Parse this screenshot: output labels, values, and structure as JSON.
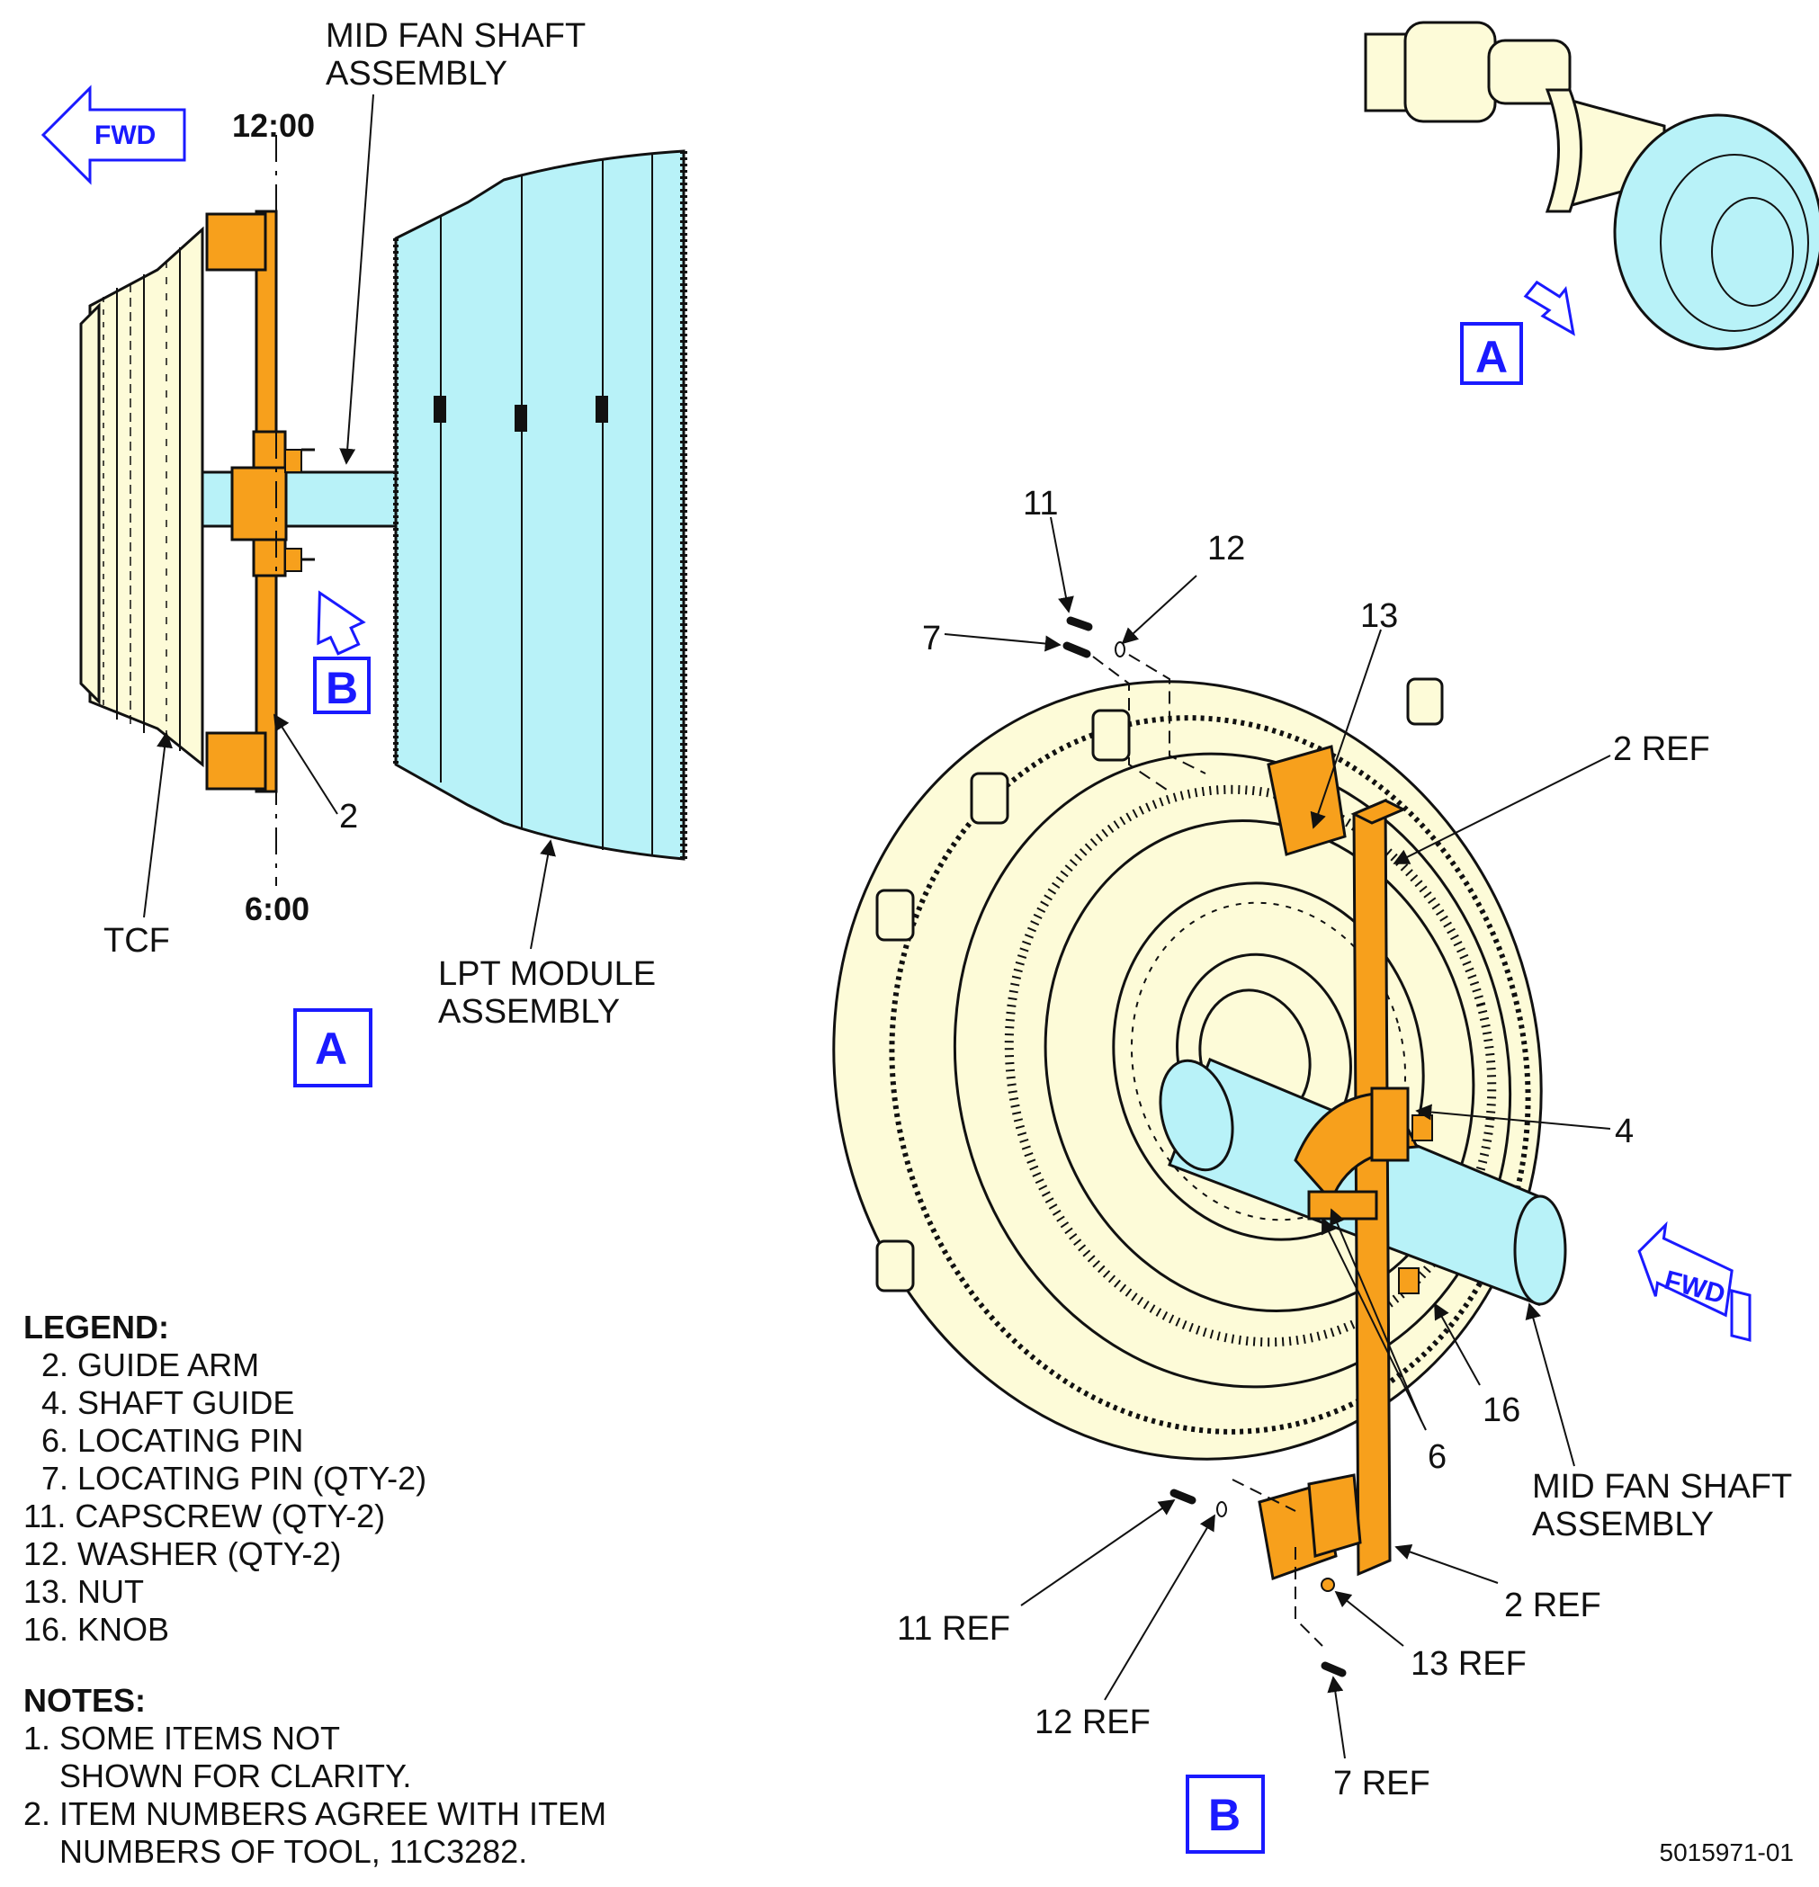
{
  "view_a": {
    "view_label": "A",
    "fwd": "FWD",
    "clock_top": "12:00",
    "clock_bottom": "6:00",
    "mid_fan_shaft_line1": "MID FAN SHAFT",
    "mid_fan_shaft_line2": "ASSEMBLY",
    "tcf": "TCF",
    "lpt_line1": "LPT MODULE",
    "lpt_line2": "ASSEMBLY",
    "item_2": "2",
    "view_b_callout": "B"
  },
  "locator": {
    "view_label": "A"
  },
  "view_b": {
    "view_label": "B",
    "fwd": "FWD",
    "c11": "11",
    "c12": "12",
    "c7": "7",
    "c13": "13",
    "c2ref_top": "2 REF",
    "c4": "4",
    "c16": "16",
    "c6": "6",
    "mid_fan_shaft_line1": "MID FAN SHAFT",
    "mid_fan_shaft_line2": "ASSEMBLY",
    "c2ref_bottom": "2 REF",
    "c11ref": "11 REF",
    "c13ref": "13 REF",
    "c12ref": "12 REF",
    "c7ref": "7 REF"
  },
  "legend": {
    "title": "LEGEND:",
    "items": [
      "  2. GUIDE ARM",
      "  4. SHAFT GUIDE",
      "  6. LOCATING PIN",
      "  7. LOCATING PIN (QTY-2)",
      "11. CAPSCREW (QTY-2)",
      "12. WASHER (QTY-2)",
      "13. NUT",
      "16. KNOB"
    ]
  },
  "notes": {
    "title": "NOTES:",
    "items": [
      "1. SOME ITEMS NOT",
      "    SHOWN FOR CLARITY.",
      "2. ITEM NUMBERS AGREE WITH ITEM",
      "    NUMBERS OF TOOL, 11C3282."
    ]
  },
  "document_number": "5015971-01",
  "colors": {
    "tool_orange": "#f7a01c",
    "shaft_cyan": "#b8f2f8",
    "housing_cream": "#fdfbd8",
    "callout_blue": "#1a1aff"
  }
}
